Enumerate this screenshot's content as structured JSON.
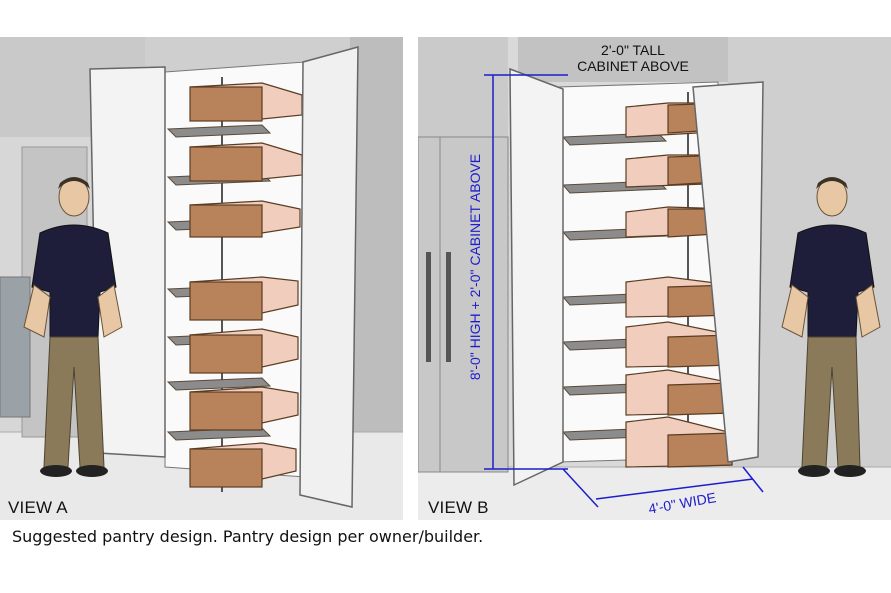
{
  "view_a": {
    "label": "VIEW A"
  },
  "view_b": {
    "label": "VIEW B",
    "note_top_line1": "2'-0\" TALL",
    "note_top_line2": "CABINET ABOVE",
    "height_dimension": "8'-0\" HIGH  +  2'-0\" CABINET ABOVE",
    "width_dimension": "4'-0\" WIDE"
  },
  "caption": "Suggested pantry design. Pantry design per owner/builder.",
  "colors": {
    "drawer_wood": "#b8825a",
    "drawer_inner": "#f1cdbd",
    "door": "#f2f2f2",
    "wall": "#d2d2d2",
    "dimension": "#1d1dcc",
    "shirt": "#1e1e3a",
    "pants": "#8a7a5a"
  }
}
